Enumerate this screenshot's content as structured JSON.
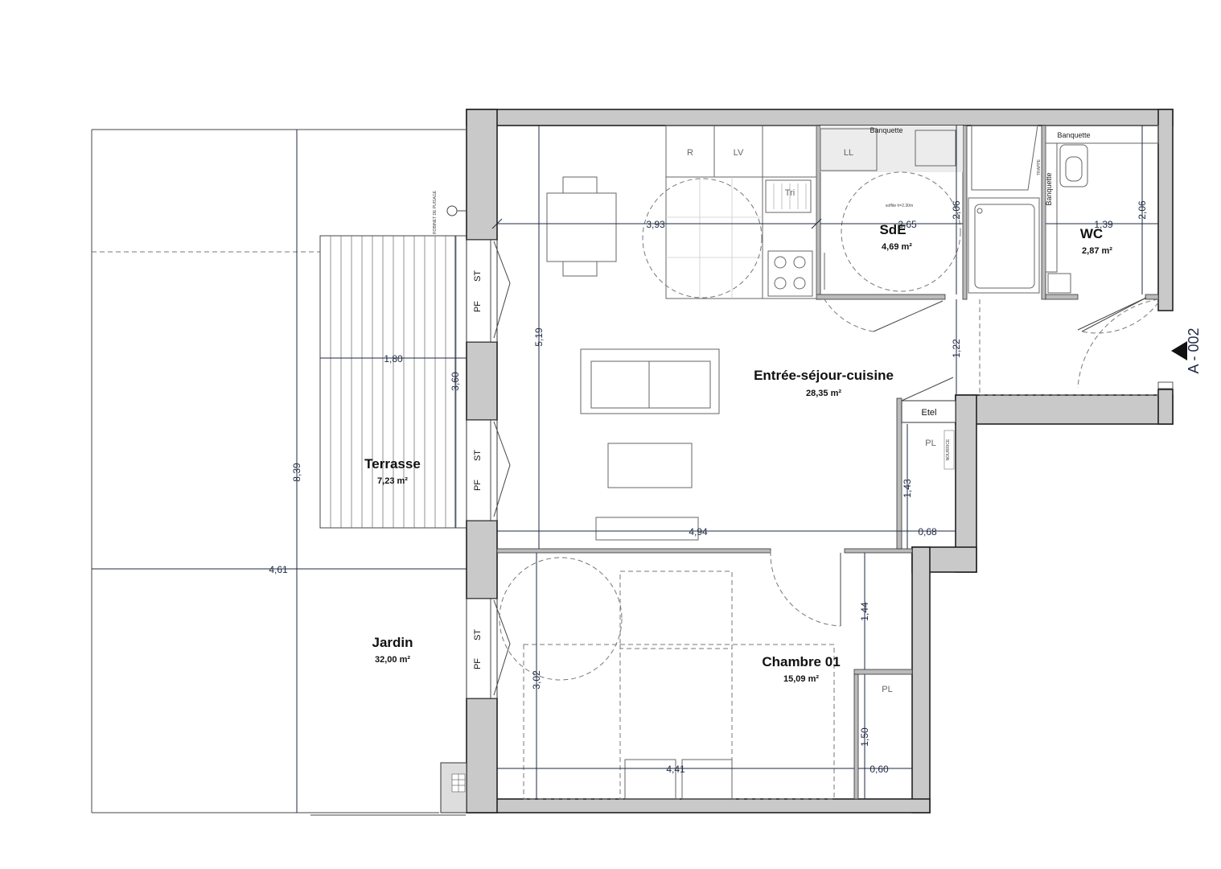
{
  "rooms": {
    "sejour": {
      "name": "Entrée-séjour-cuisine",
      "area": "28,35 m²"
    },
    "sde": {
      "name": "SdE",
      "area": "4,69 m²"
    },
    "wc": {
      "name": "WC",
      "area": "2,87 m²"
    },
    "chambre": {
      "name": "Chambre 01",
      "area": "15,09 m²"
    },
    "terrasse": {
      "name": "Terrasse",
      "area": "7,23 m²"
    },
    "jardin": {
      "name": "Jardin",
      "area": "32,00 m²"
    }
  },
  "dimensions": {
    "kitchen_width": "3,93",
    "sde_width": "2,65",
    "sde_depth": "2,06",
    "wc_width": "1,39",
    "wc_depth": "2,06",
    "sejour_depth": "5,19",
    "entry_depth": "1,22",
    "terrasse_width": "1,80",
    "terrasse_depth": "3,60",
    "jardin_depth": "8,39",
    "jardin_width": "4,61",
    "sejour_width": "4,94",
    "placard_width_top": "0,68",
    "placard_depth_top": "1,43",
    "chambre_door_offset": "1,44",
    "chambre_placard_depth": "1,50",
    "chambre_width": "4,41",
    "chambre_depth": "3,02",
    "placard_width_bottom": "0,60"
  },
  "fixtures": {
    "fridge": "R",
    "dishwasher": "LV",
    "washer": "LL",
    "trash": "Tri",
    "banquette_sde": "Banquette",
    "banquette_wc": "Banquette",
    "etel": "Etel",
    "placard_top": "PL",
    "placard_bottom": "PL",
    "soffite": "soffite h=2.30m",
    "trappe": "TRAPPE",
    "banquette_vertical": "Banquette",
    "nourrice": "NOURRICE",
    "robinet": "ROBINET DE PUISAGE"
  },
  "openings": {
    "st_1": "ST",
    "pf_1": "PF",
    "st_2": "ST",
    "pf_2": "PF",
    "st_3": "ST",
    "pf_3": "PF"
  },
  "section_ref": "A - 002"
}
